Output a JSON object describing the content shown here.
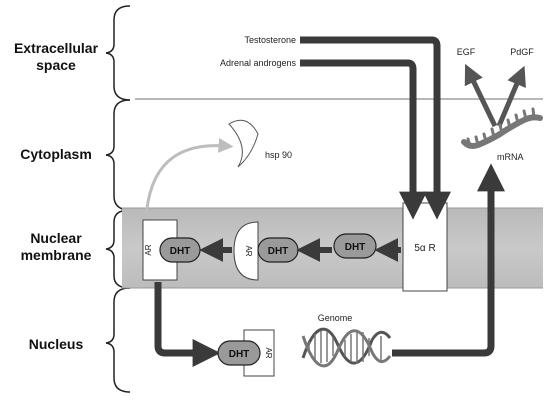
{
  "regions": {
    "extracellular": [
      "Extracellular",
      "space"
    ],
    "cytoplasm": [
      "Cytoplasm"
    ],
    "nuclear_membrane": [
      "Nuclear",
      "membrane"
    ],
    "nucleus": [
      "Nucleus"
    ]
  },
  "inputs": {
    "testosterone": "Testosterone",
    "adrenal": "Adrenal androgens"
  },
  "growth_factors": {
    "egf": "EGF",
    "pdgf": "PdGF"
  },
  "labels": {
    "mrna": "mRNA",
    "hsp90": "hsp 90",
    "genome": "Genome",
    "reductase": "5α R",
    "dht": "DHT",
    "ar": "AR"
  }
}
